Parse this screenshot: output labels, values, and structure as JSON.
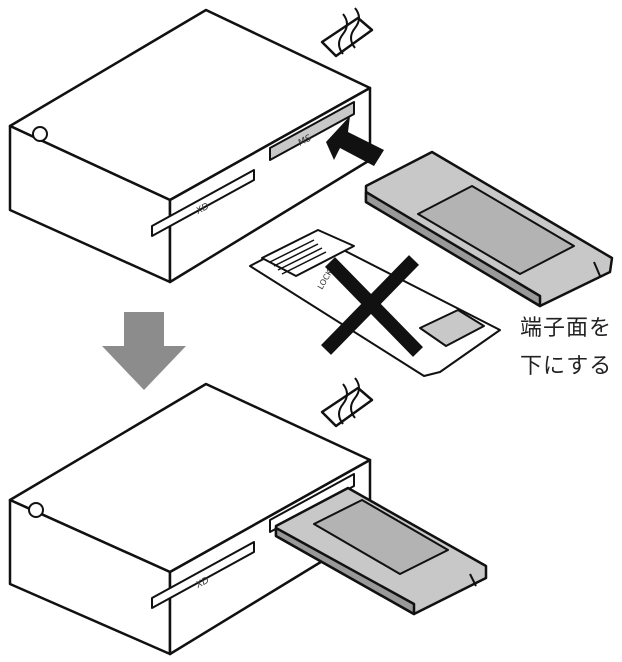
{
  "diagram": {
    "slot_labels": {
      "xd_top": "XD",
      "ms_top": "MS",
      "xd_bottom": "XD",
      "lock": "LOCK"
    },
    "caption_lines": [
      "端子面を",
      "下にする"
    ],
    "colors": {
      "outline": "#111111",
      "card_fill": "#c8c8c8",
      "card_panel": "#b3b3b3",
      "arrow": "#8c8c8c",
      "body": "#ffffff"
    }
  }
}
